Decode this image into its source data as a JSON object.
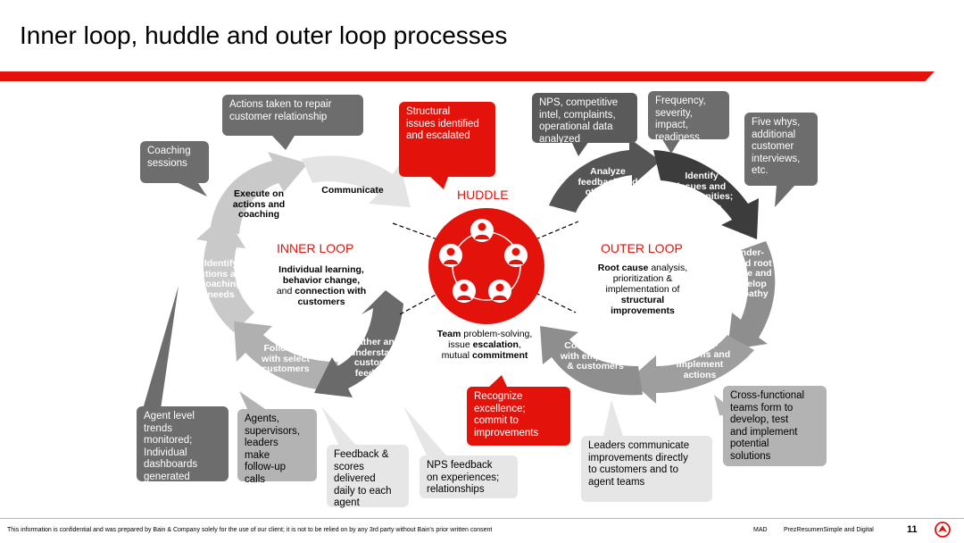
{
  "title": "Inner loop, huddle and outer loop processes",
  "colors": {
    "accent": "#e3120b",
    "dark": "#6d6d6d",
    "light": "#e6e6e6"
  },
  "huddle": {
    "label": "HUDDLE",
    "team_prefix": "Team",
    "team_mid1": " problem-solving, issue ",
    "team_bold2": "escalation",
    "team_mid2": ", mutual ",
    "team_bold3": "commitment"
  },
  "inner_loop": {
    "title": "INNER LOOP",
    "desc_line1": "Individual learning,",
    "desc_line2": "behavior change,",
    "desc_and": "and ",
    "desc_line3": "connection with",
    "desc_line4": "customers",
    "steps": {
      "execute": "Execute on\nactions and\ncoaching",
      "communicate": "Communicate",
      "identify": "Identify\nactions and\ncoaching\nneeds",
      "follow": "Follow up\nwith select\ncustomers",
      "gather": "Gather and\nunderstand\ncustomer\nfeedback"
    }
  },
  "outer_loop": {
    "title": "OUTER LOOP",
    "desc_bold1": "Root cause",
    "desc_rest1": " analysis,",
    "desc_line2": "prioritization &",
    "desc_line3": "implementation of",
    "desc_bold4": "structural",
    "desc_bold5": "improvements",
    "steps": {
      "analyze": "Analyze\nfeedback and\nother data",
      "identify": "Identify\nissues and\nopportunities;\nprioritize",
      "understand": "Under-\nstand root\ncause and\ndevelop\nempathy",
      "develop": "Develop\nsolutions and\nimplement\nactions",
      "communicate": "Communicate\nwith employees\n& customers"
    }
  },
  "callouts": {
    "actions_repair": "Actions taken to repair\ncustomer relationship",
    "coaching": "Coaching\nsessions",
    "structural": "Structural\nissues identified\nand escalated",
    "nps_competitive": "NPS, competitive\nintel, complaints,\noperational data\nanalyzed",
    "frequency": "Frequency,\nseverity,\nimpact,\nreadiness",
    "five_whys": "Five whys,\nadditional\ncustomer\ninterviews,\netc.",
    "agent_level": "Agent level\ntrends\nmonitored;\nIndividual\ndashboards\ngenerated",
    "agents_supervisors": "Agents,\nsupervisors,\nleaders\nmake\nfollow-up\ncalls",
    "feedback_scores": "Feedback &\nscores\ndelivered\ndaily to each\nagent",
    "nps_feedback": "NPS feedback\non experiences;\nrelationships",
    "recognize": "Recognize\nexcellence;\ncommit to\nimprovements",
    "leaders": "Leaders communicate\nimprovements directly\nto customers and to\nagent teams",
    "cross_functional": "Cross-functional\nteams form to\ndevelop, test\nand implement\npotential\nsolutions"
  },
  "footer": {
    "disclaimer": "This information is confidential and was prepared by Bain & Company solely for the use of our client; it is not to be relied on by any 3rd party without Bain's prior written consent",
    "code": "MAD",
    "file": "PrezResumenSimple and Digital",
    "page": "11"
  }
}
